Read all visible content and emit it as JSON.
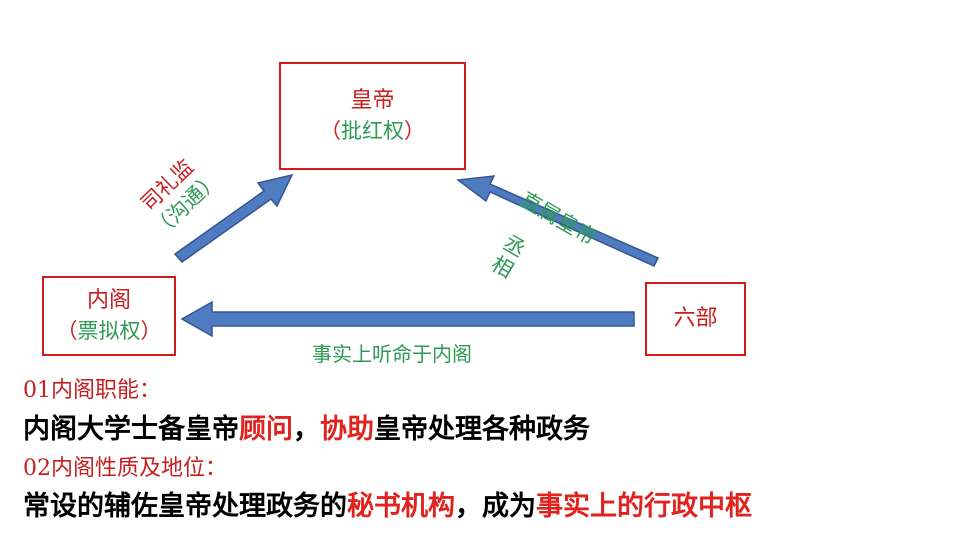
{
  "diagram": {
    "nodes": {
      "emperor": {
        "title": "皇帝",
        "power_open": "（",
        "power": "批红权",
        "power_close": "）"
      },
      "cabinet": {
        "title": "内阁",
        "power_open": "（",
        "power": "票拟权",
        "power_close": "）"
      },
      "ministries": {
        "title": "六部"
      }
    },
    "edges": {
      "cabinet_to_emperor": {
        "label_line1": "司礼监",
        "label_line2": "（沟通）"
      },
      "ministries_to_emperor": {
        "label_line1": "直属皇帝",
        "label_line2": "丞相"
      },
      "ministries_to_cabinet": {
        "label": "事实上听命于内阁"
      }
    },
    "colors": {
      "box_border": "#d11a1a",
      "arrow_fill": "#4f7bc1",
      "arrow_stroke": "#34568f",
      "green": "#2e9a55",
      "red": "#c81e1e"
    }
  },
  "notes": [
    {
      "heading": "01内阁职能：",
      "body": [
        {
          "text": "内阁大学士备皇帝",
          "hl": false
        },
        {
          "text": "顾问",
          "hl": true
        },
        {
          "text": "，",
          "hl": false
        },
        {
          "text": "协助",
          "hl": true
        },
        {
          "text": "皇帝处理各种政务",
          "hl": false
        }
      ]
    },
    {
      "heading": "02内阁性质及地位：",
      "body": [
        {
          "text": "常设的辅佐皇帝处理政务的",
          "hl": false
        },
        {
          "text": "秘书机构",
          "hl": true
        },
        {
          "text": "，成为",
          "hl": false
        },
        {
          "text": "事实上的行政中枢",
          "hl": true
        }
      ]
    }
  ]
}
